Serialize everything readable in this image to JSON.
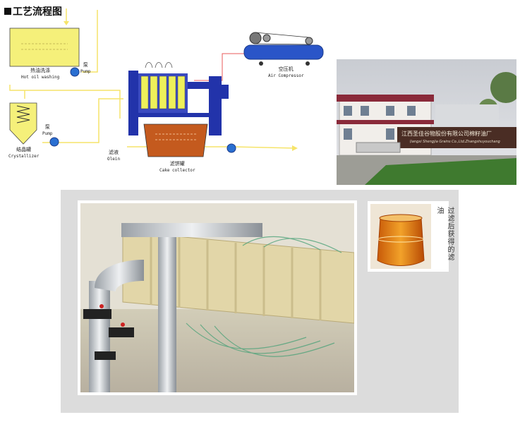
{
  "title": "工艺流程图",
  "labels": {
    "hot_oil_zh": "热油洗涤",
    "hot_oil_en": "Hot oil washing",
    "pump1_zh": "泵",
    "pump1_en": "Pump",
    "crystallizer_zh": "结晶罐",
    "crystallizer_en": "Crystallizer",
    "pump2_zh": "泵",
    "pump2_en": "Pump",
    "air_comp_zh": "空压机",
    "air_comp_en": "Air Compressor",
    "olein_zh": "滤液",
    "olein_en": "Olein",
    "cake_zh": "滤饼罐",
    "cake_en": "Cake collector"
  },
  "factory_sign": "江西圣佳谷物股份有限公司棉籽油厂",
  "factory_sign_en": "Jiangxi Shengjia Grains Co.,Ltd.Zhangshuyouchang",
  "oil_caption": "过滤后获得的滤油",
  "colors": {
    "tank_yellow": "#f5f07a",
    "press_blue": "#2233aa",
    "flow_yellow": "#f6e46a",
    "flow_red": "#e85a5a",
    "cake_brown": "#c45a1e",
    "panel_gray": "#dcdcdc"
  }
}
